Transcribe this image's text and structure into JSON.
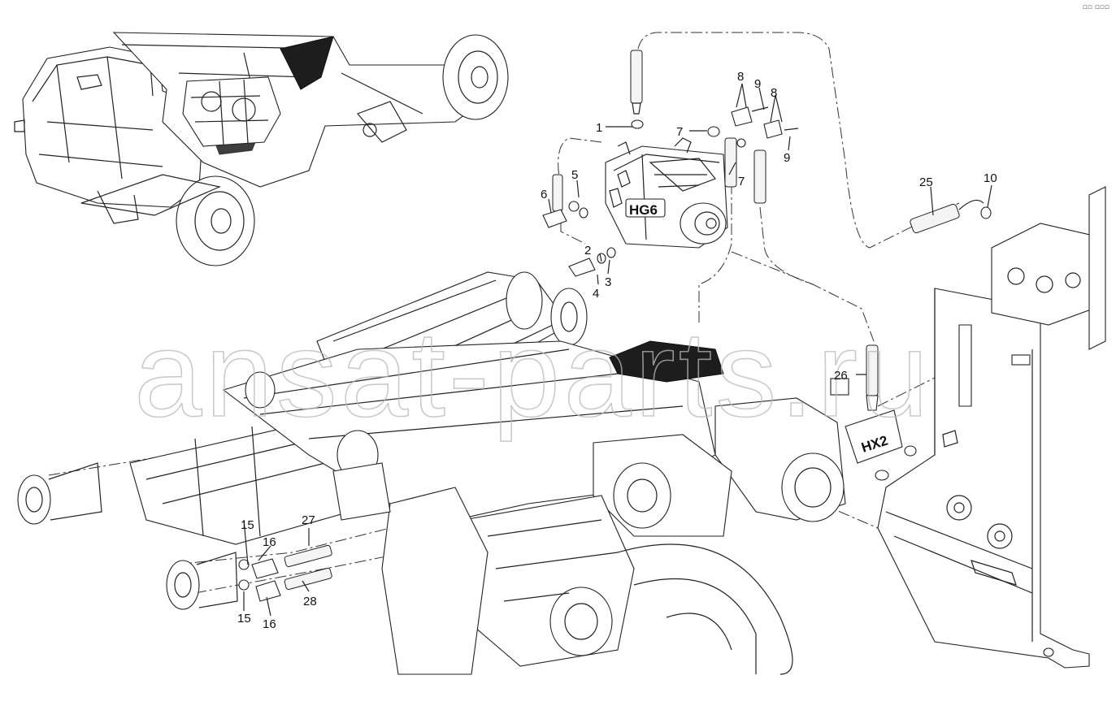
{
  "watermark": "ansat-parts.ru",
  "corner_mark": "▫▫ ▫▫▫",
  "component_labels": {
    "pump_top": "HG6",
    "block_right": "HX2"
  },
  "callouts": [
    "1",
    "2",
    "3",
    "4",
    "5",
    "6",
    "7",
    "7",
    "8",
    "8",
    "9",
    "9",
    "10",
    "15",
    "15",
    "16",
    "16",
    "25",
    "26",
    "27",
    "28"
  ]
}
